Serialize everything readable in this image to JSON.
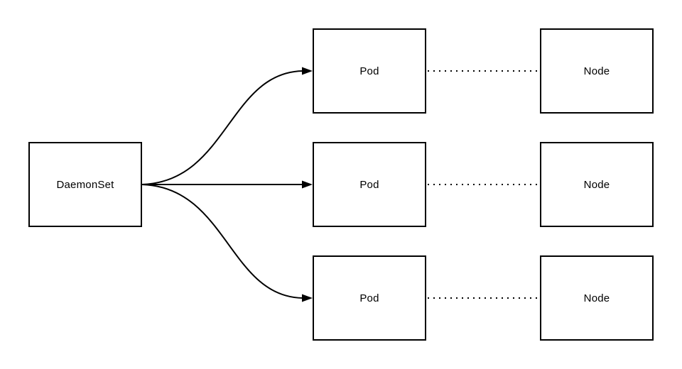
{
  "diagram": {
    "background_color": "#ffffff",
    "stroke_color": "#000000",
    "text_color": "#000000",
    "source": {
      "label": "DaemonSet"
    },
    "rows": [
      {
        "pod_label": "Pod",
        "node_label": "Node"
      },
      {
        "pod_label": "Pod",
        "node_label": "Node"
      },
      {
        "pod_label": "Pod",
        "node_label": "Node"
      }
    ],
    "connectors": {
      "daemonset_to_pod_style": "solid-curved-arrow",
      "pod_to_node_style": "dotted-line"
    }
  }
}
